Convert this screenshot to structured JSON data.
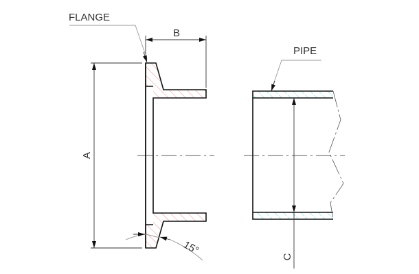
{
  "labels": {
    "flange": "FLANGE",
    "pipe": "PIPE",
    "dim_a": "A",
    "dim_b": "B",
    "dim_c": "C",
    "angle": "15°"
  },
  "colors": {
    "flange_hatch": "#f08080",
    "pipe_hatch": "#40d8e0",
    "outline": "#111111"
  }
}
